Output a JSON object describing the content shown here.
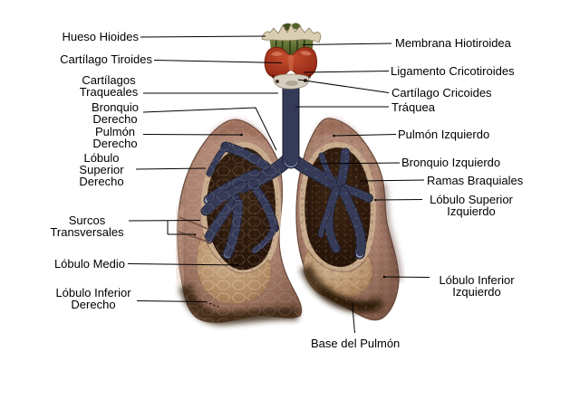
{
  "labels": {
    "hueso_hioides": "Hueso Hioides",
    "cartilago_tiroides": "Cartílago Tiroides",
    "cartilagos_traqueales": "Cartílagos\nTraqueales",
    "bronquio_derecho": "Bronquio\nDerecho",
    "pulmon_derecho": "Pulmón\nDerecho",
    "lobulo_superior_derecho": "Lóbulo\nSuperior\nDerecho",
    "surcos_transversales": "Surcos\nTransversales",
    "lobulo_medio": "Lóbulo Medio",
    "lobulo_inferior_derecho": "Lóbulo Inferior\nDerecho",
    "membrana_hiotiroidea": "Membrana Hiotiroidea",
    "ligamento_cricotiroides": "Ligamento Cricotiroides",
    "cartilago_cricoides": "Cartílago Cricoides",
    "traquea": "Tráquea",
    "pulmon_izquierdo": "Pulmón Izquierdo",
    "bronquio_izquierdo": "Bronquio Izquierdo",
    "ramas_braquiales": "Ramas Braquiales",
    "lobulo_superior_izquierdo": "Lóbulo Superior\nIzquierdo",
    "lobulo_inferior_izquierdo": "Lóbulo Inferior\nIzquierdo",
    "base_del_pulmon": "Base del Pulmón"
  },
  "colors": {
    "background": "#ffffff",
    "label_text": "#000000",
    "leader_line": "#000000",
    "lung_light": "#c3a08e",
    "lung_mid": "#a57e6b",
    "lung_dark_edge": "#5f4136",
    "lung_base_dark": "#36200f",
    "cutaway_dark": "#2a1a0e",
    "cut_rim_light": "#c8ab8d",
    "bronchi_light": "#9aa3c4",
    "bronchi_band_dark": "#343a57",
    "thyroid_cartilage_red": "#b03820",
    "membrane_green": "#5a682e",
    "hyoid_cream": "#d9cdb2",
    "cricoid_white": "#d5cec1"
  }
}
